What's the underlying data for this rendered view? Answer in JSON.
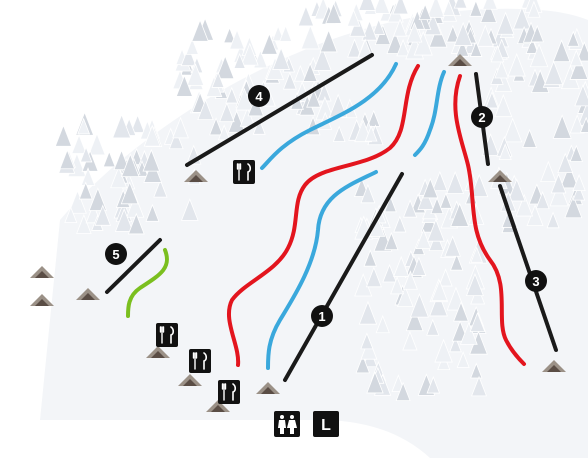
{
  "map": {
    "colors": {
      "background": "#ffffff",
      "snow_slope": "#f3f5f8",
      "tree_light": "#eef1f5",
      "tree_mid": "#e2e6ec",
      "tree_dark": "#d3d8df",
      "run_red": "#e3151e",
      "run_blue": "#3aa8dc",
      "run_green": "#7bbf1f",
      "lift_line": "#1a1a1a",
      "station_peak": "#9b9187",
      "station_dark": "#5a4d45",
      "badge_bg": "#111111",
      "badge_text": "#ffffff"
    },
    "lifts": [
      {
        "number": "1"
      },
      {
        "number": "2"
      },
      {
        "number": "3"
      },
      {
        "number": "4"
      },
      {
        "number": "5"
      }
    ],
    "icons": {
      "restaurant": "restaurant-icon",
      "toilets": "toilets-icon",
      "ski_school": "L"
    }
  }
}
